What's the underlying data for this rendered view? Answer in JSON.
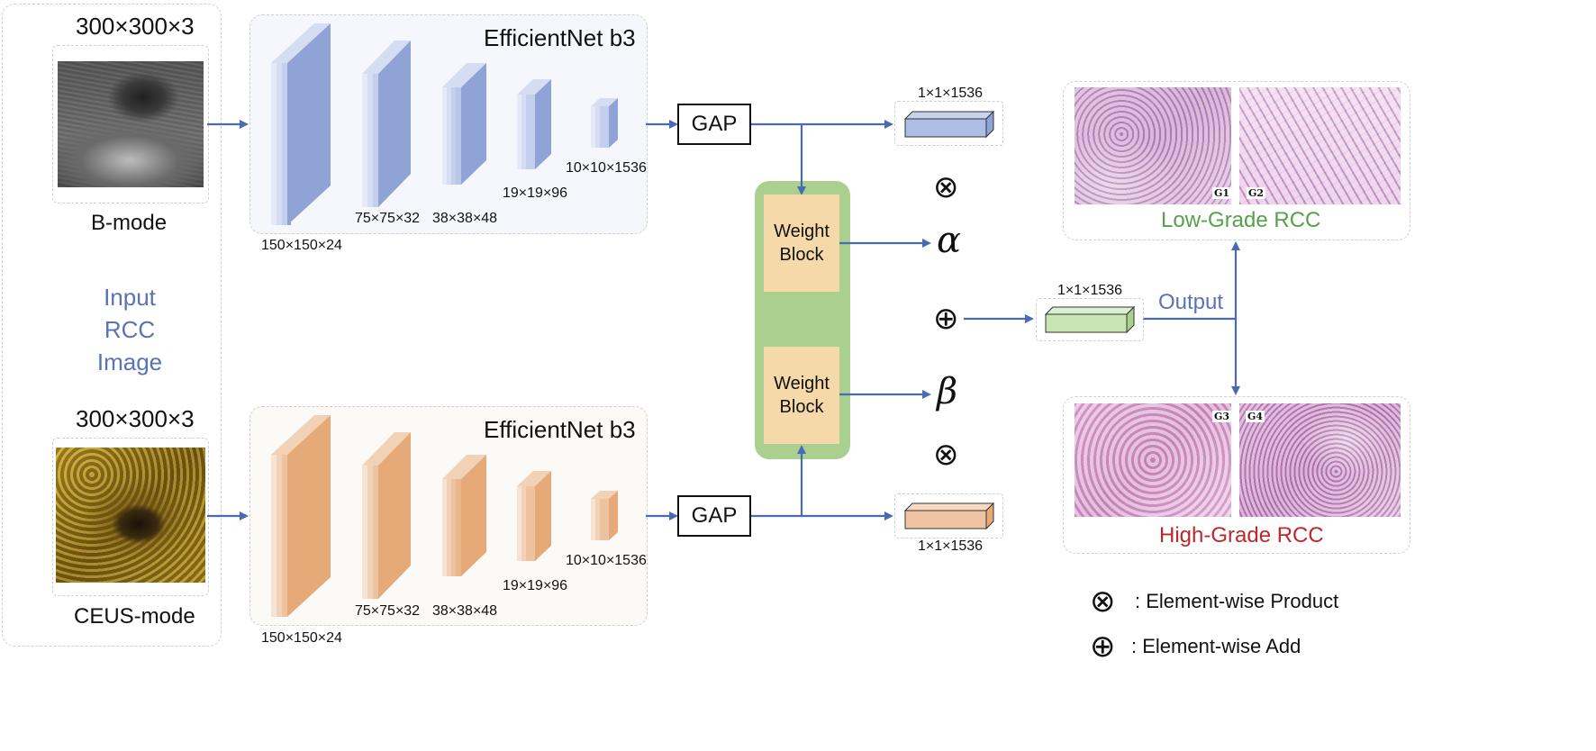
{
  "input": {
    "b_mode_size": "300×300×3",
    "b_mode_label": "B-mode",
    "ceus_size": "300×300×3",
    "ceus_label": "CEUS-mode",
    "input_line1": "Input",
    "input_line2": "RCC",
    "input_line3": "Image"
  },
  "top_branch": {
    "title": "EfficientNet b3",
    "layers": [
      "150×150×24",
      "75×75×32",
      "38×38×48",
      "19×19×96",
      "10×10×1536"
    ],
    "gap": "GAP",
    "feature": "1×1×1536"
  },
  "bottom_branch": {
    "title": "EfficientNet b3",
    "layers": [
      "150×150×24",
      "75×75×32",
      "38×38×48",
      "19×19×96",
      "10×10×1536"
    ],
    "gap": "GAP",
    "feature": "1×1×1536"
  },
  "fusion": {
    "weight_block_1": "Weight Block",
    "weight_block_2": "Weight Block",
    "alpha": "α",
    "beta": "β",
    "product_symbol": "⊗",
    "add_symbol": "⊕",
    "fused_feature": "1×1×1536",
    "output": "Output"
  },
  "results": {
    "low_grade": "Low-Grade RCC",
    "high_grade": "High-Grade RCC",
    "g1": "G1",
    "g2": "G2",
    "g3": "G3",
    "g4": "G4"
  },
  "legend": {
    "product": ": Element-wise Product",
    "add": ": Element-wise Add"
  },
  "colors": {
    "blue_block": "#8fa3d6",
    "orange_block": "#e6aa78",
    "green_container": "#a9d08e",
    "arrow": "#4a6ab5",
    "low_grade_text": "#55a14a",
    "high_grade_text": "#c0262b"
  }
}
